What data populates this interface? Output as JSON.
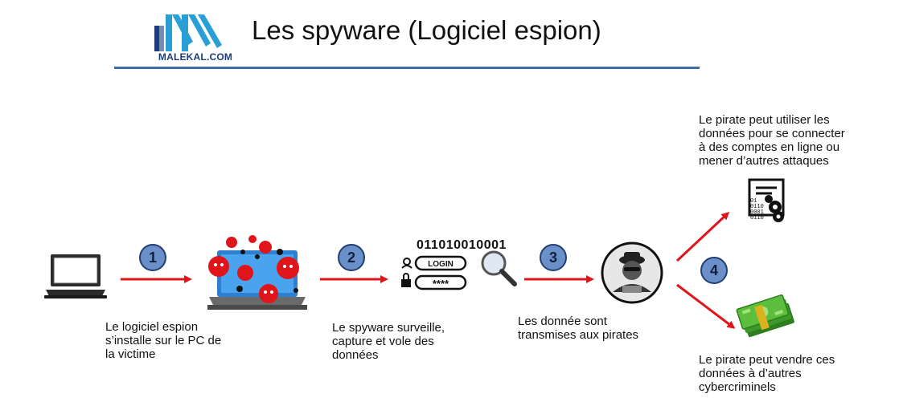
{
  "header": {
    "title": "Les spyware (Logiciel espion)",
    "logo_text": "MALEKAL.COM"
  },
  "steps": [
    {
      "number": "1",
      "caption": [
        "Le logiciel espion",
        "s’installe sur le PC de",
        "la victime"
      ]
    },
    {
      "number": "2",
      "caption": [
        "Le spyware surveille,",
        "capture et vole des",
        "données"
      ]
    },
    {
      "number": "3",
      "caption": [
        "Les donnée sont",
        "transmises aux pirates"
      ]
    },
    {
      "number": "4"
    }
  ],
  "binary_text": "011010010001",
  "login_label": "LOGIN",
  "password_mask": "****",
  "data_icon_bits": [
    "01",
    "0110",
    "0001",
    "0110"
  ],
  "outcomes": {
    "top": [
      "Le pirate peut utiliser les",
      "données pour se connecter",
      "à des comptes en ligne ou",
      "mener d’autres attaques"
    ],
    "bottom": [
      "Le pirate peut vendre ces",
      "données à d’autres",
      "cybercriminels"
    ]
  },
  "colors": {
    "arrow": "#e0141b",
    "step_fill": "#6a8fc9",
    "rule": "#3e6fa6",
    "virus": "#e0141b",
    "money": "#3c9a2a"
  },
  "icons": [
    "laptop-icon",
    "infected-laptop-icon",
    "login-icon",
    "magnifier-icon",
    "hacker-icon",
    "data-gears-icon",
    "money-icon"
  ]
}
